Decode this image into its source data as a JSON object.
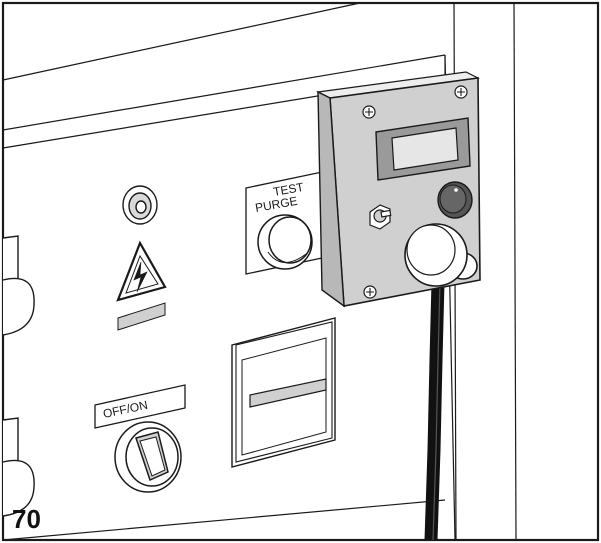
{
  "labels": {
    "test_purge_line1": "TEST",
    "test_purge_line2": "PURGE",
    "off_on": "OFF/ON"
  },
  "figure_number": "70",
  "colors": {
    "outline": "#1a1a1a",
    "panel": "#ffffff",
    "housing": "#d0d0d0",
    "display_bezel": "#9a9a9a",
    "display_window": "#e6e6e6",
    "knob": "#555555",
    "cable": "#111111"
  },
  "icons": {
    "warning": "high-voltage-warning-icon",
    "indicator": "indicator-lamp-icon",
    "purge_button": "test-purge-pushbutton-icon",
    "switch": "off-on-rotary-switch-icon",
    "toggle": "toggle-switch-icon",
    "knob": "adjustment-knob-icon",
    "connector": "cable-connector-icon",
    "screw": "screw-icon"
  }
}
